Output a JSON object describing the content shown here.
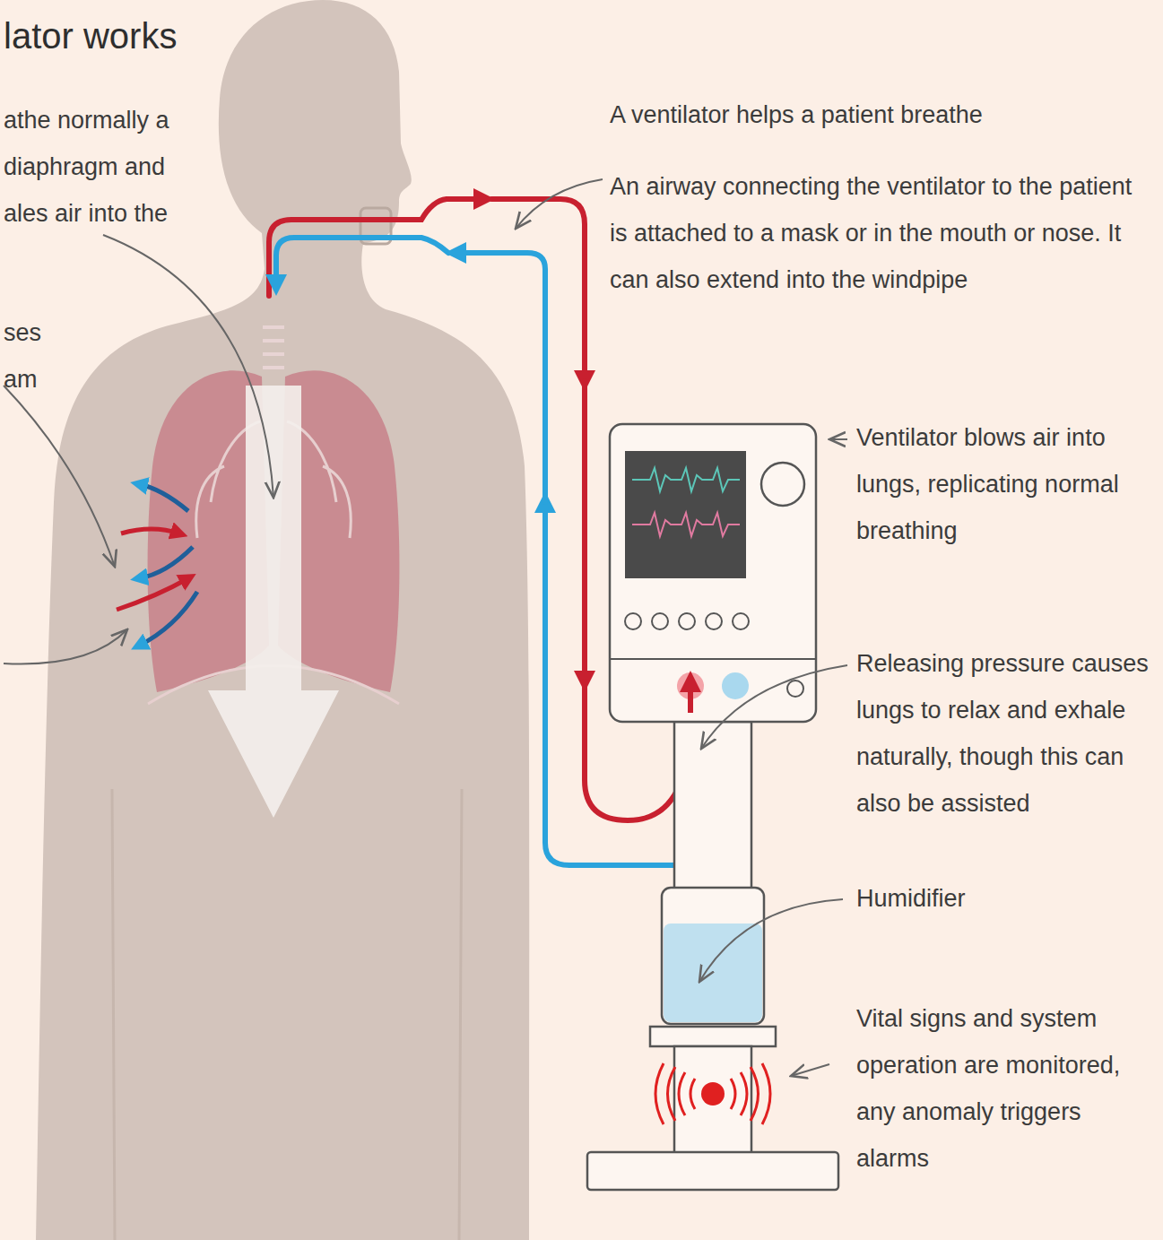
{
  "diagram": {
    "title": "lator works",
    "labels": [
      "athe normally a diaphragm and ales air into the",
      "ses am",
      "A ventilator helps a patient breathe",
      "An airway connecting the ventilator to the patient is attached to a mask or in the mouth or nose. It can also extend into the windpipe",
      "Ventilator blows air into lungs, replicating normal breathing",
      "Releasing pressure causes lungs to relax and exhale naturally, though this can also be assisted",
      "Humidifier",
      "Vital signs and system operation are monitored, any anomaly triggers alarms"
    ]
  }
}
